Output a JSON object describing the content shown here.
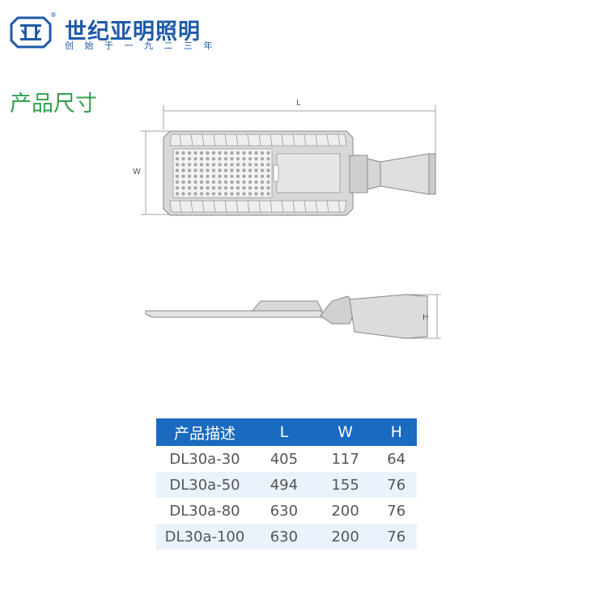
{
  "brand": {
    "name": "世纪亚明照明",
    "tagline": "创 始 于 一 九 二 三 年",
    "registered_mark": "®",
    "color": "#1d5aa8"
  },
  "section_title": "产品尺寸",
  "section_title_color": "#33a04e",
  "dimension_labels": {
    "length": "L",
    "width": "W",
    "height": "H"
  },
  "table": {
    "header_color": "#1a6ac0",
    "headers": [
      "产品描述",
      "L",
      "W",
      "H"
    ],
    "rows": [
      [
        "DL30a-30",
        "405",
        "117",
        "64"
      ],
      [
        "DL30a-50",
        "494",
        "155",
        "76"
      ],
      [
        "DL30a-80",
        "630",
        "200",
        "76"
      ],
      [
        "DL30a-100",
        "630",
        "200",
        "76"
      ]
    ]
  }
}
